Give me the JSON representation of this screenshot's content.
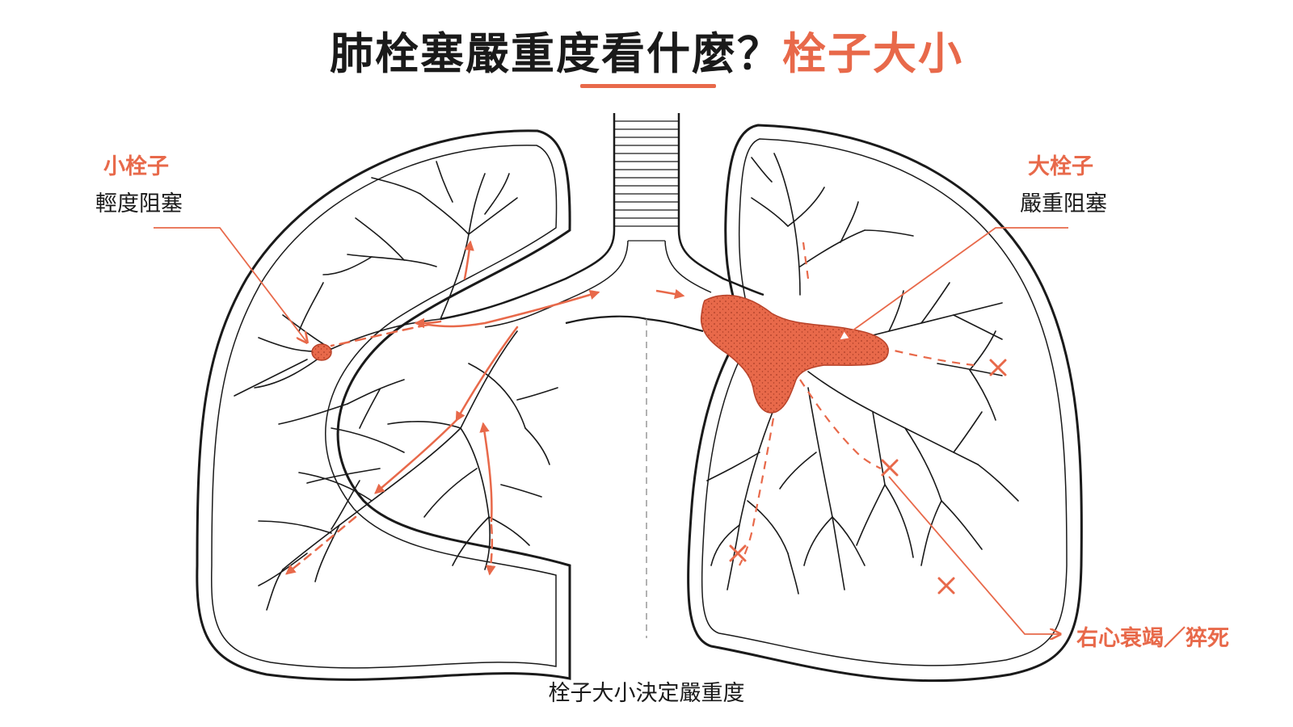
{
  "title": {
    "main": "肺栓塞嚴重度看什麼？",
    "accent": "栓子大小"
  },
  "left_callout": {
    "heading": "小栓子",
    "sub": "輕度阻塞"
  },
  "right_callout": {
    "heading": "大栓子",
    "sub": "嚴重阻塞"
  },
  "outcome_label": "右心衰竭／猝死",
  "caption": "栓子大小決定嚴重度",
  "colors": {
    "accent": "#E8694A",
    "outline": "#1a1a1a",
    "clot": "#E8694A",
    "clot_dark": "#B8432A"
  },
  "icons": [
    "trachea",
    "bronchial-tree",
    "small-clot",
    "large-clot",
    "blocked-x-mark",
    "flow-arrow"
  ]
}
